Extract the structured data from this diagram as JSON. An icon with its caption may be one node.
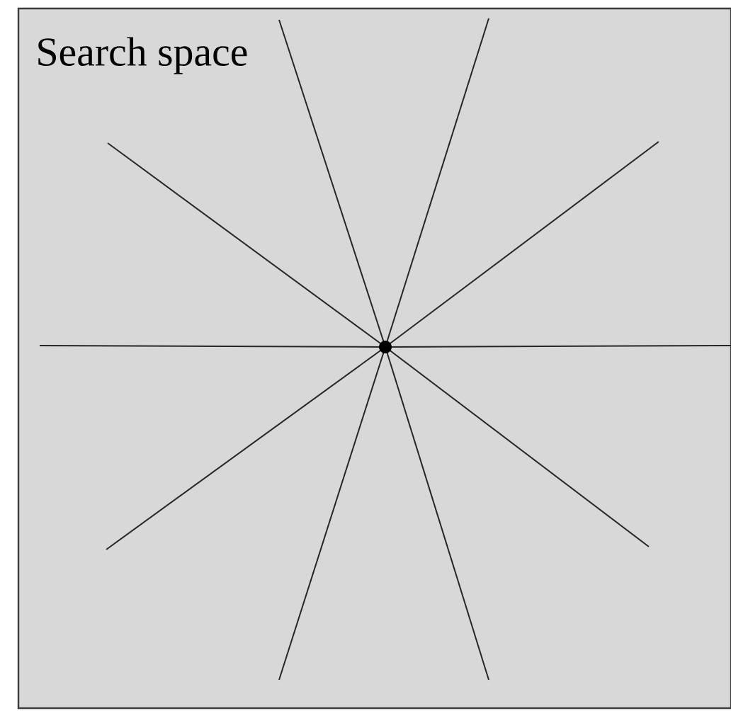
{
  "diagram": {
    "nodes": [
      {
        "text": [
          "Search space"
        ]
      },
      {
        "text": [],
        "shape": "circle",
        "in": 0
      }
    ]
  }
}
